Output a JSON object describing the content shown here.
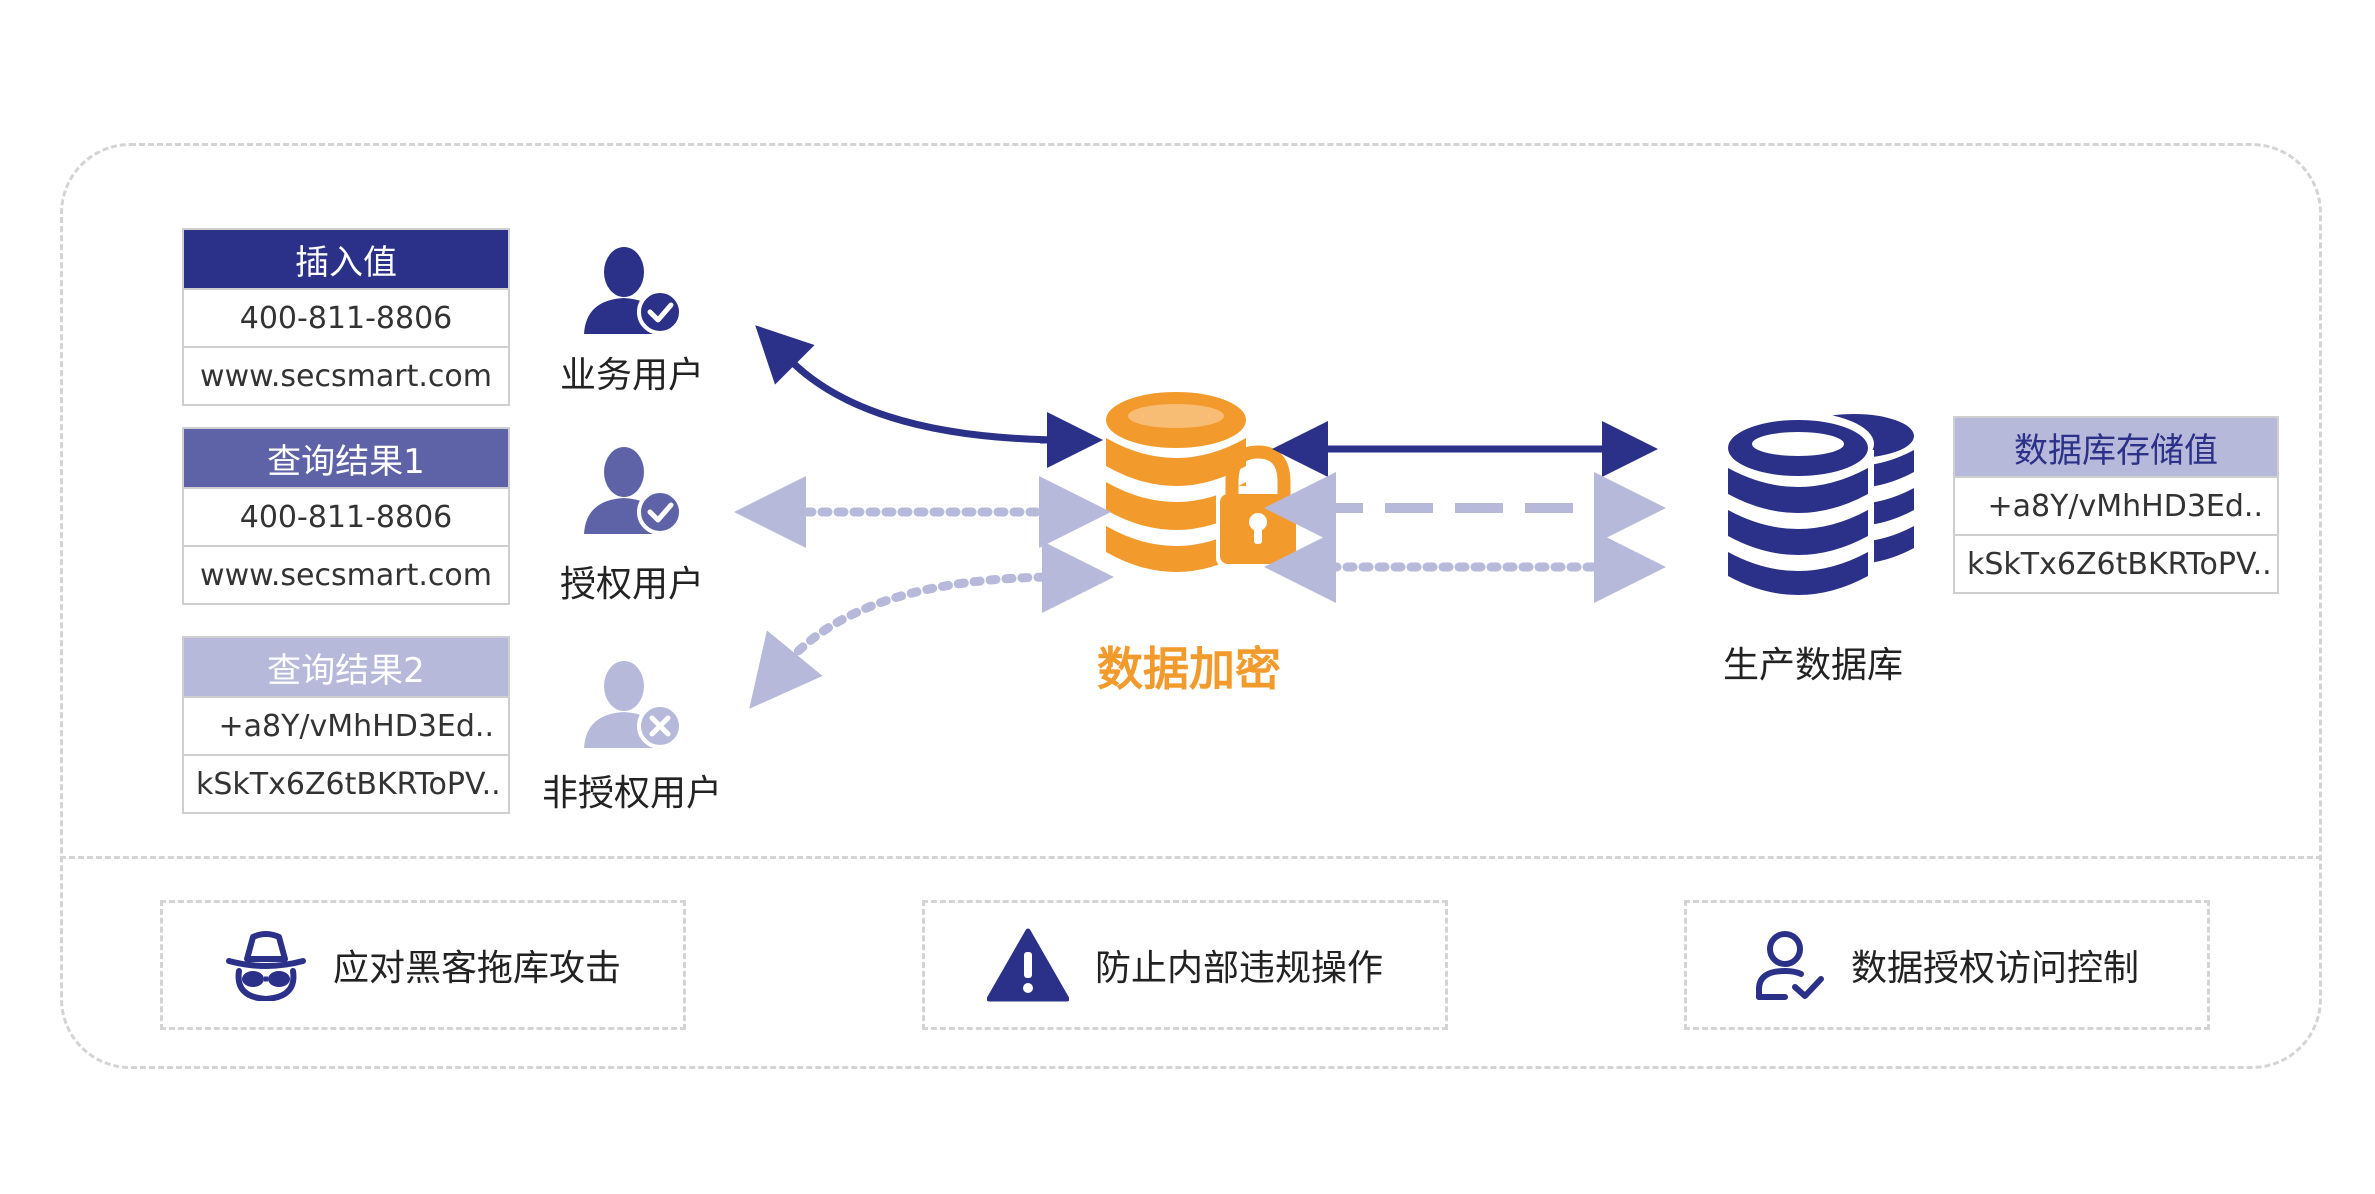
{
  "colors": {
    "navy": "#2b3088",
    "mid": "#5e63a8",
    "light": "#b7b9da",
    "orange": "#f39a2c"
  },
  "tables": {
    "insert": {
      "header": "插入值",
      "rows": [
        "400-811-8806",
        "www.secsmart.com"
      ]
    },
    "result1": {
      "header": "查询结果1",
      "rows": [
        "400-811-8806",
        "www.secsmart.com"
      ]
    },
    "result2": {
      "header": "查询结果2",
      "rows": [
        "+a8Y/vMhHD3Ed..",
        "kSkTx6Z6tBKRToPV.."
      ]
    },
    "stored": {
      "header": "数据库存储值",
      "rows": [
        "+a8Y/vMhHD3Ed..",
        "kSkTx6Z6tBKRToPV.."
      ]
    }
  },
  "users": {
    "business": {
      "label": "业务用户",
      "icon": "user-check-icon"
    },
    "authorized": {
      "label": "授权用户",
      "icon": "user-check-icon"
    },
    "unauthorized": {
      "label": "非授权用户",
      "icon": "user-x-icon"
    }
  },
  "encryption": {
    "label": "数据加密",
    "icon": "database-lock-icon"
  },
  "production_db": {
    "label": "生产数据库",
    "icon": "database-stack-icon"
  },
  "features": [
    {
      "label": "应对黑客拖库攻击",
      "icon": "hacker-icon"
    },
    {
      "label": "防止内部违规操作",
      "icon": "warning-icon"
    },
    {
      "label": "数据授权访问控制",
      "icon": "user-access-icon"
    }
  ]
}
